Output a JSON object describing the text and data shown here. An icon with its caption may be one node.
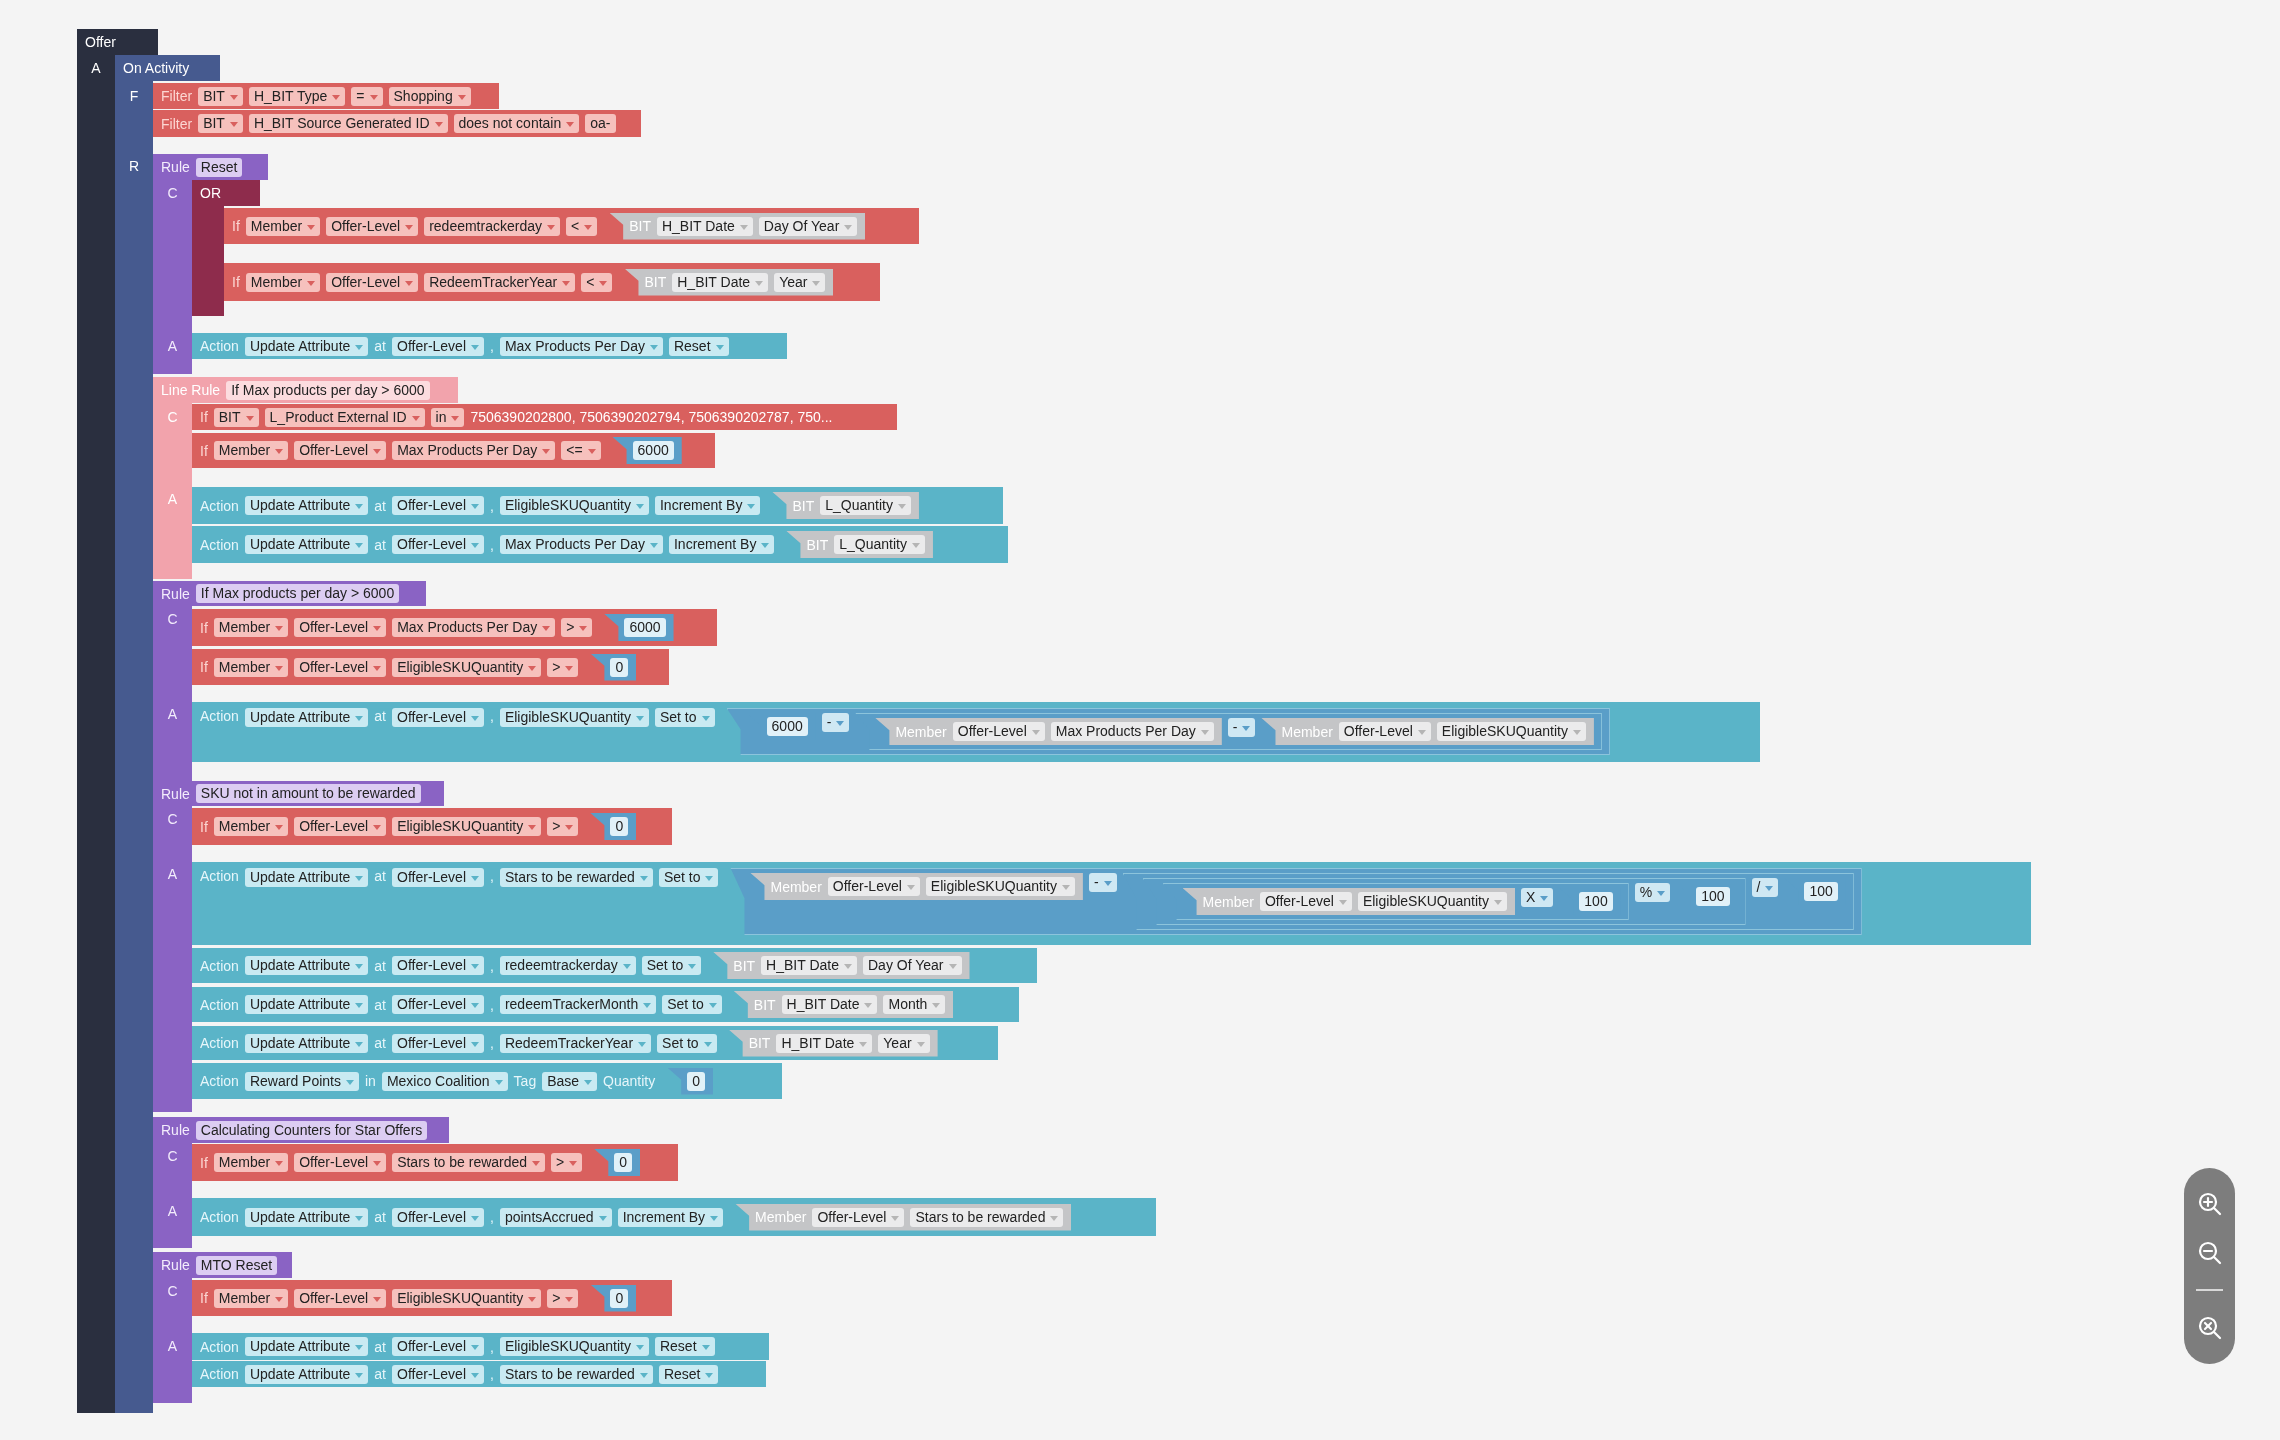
{
  "diagram": {
    "nodes": [
      {
        "text": [
          "Offer",
          "A"
        ]
      },
      {
        "text": [
          "On Activity",
          "F",
          "R"
        ]
      },
      {
        "text": [
          "Filter",
          "BIT",
          "H_BIT Type",
          "=",
          "Shopping"
        ]
      },
      {
        "text": [
          "Filter",
          "BIT",
          "H_BIT Source Generated ID",
          "does not contain",
          "oa-"
        ]
      },
      {
        "text": [
          "Rule",
          "Reset",
          "C",
          "A"
        ]
      },
      {
        "text": [
          "OR"
        ]
      },
      {
        "text": [
          "If",
          "Member",
          "Offer-Level",
          "redeemtrackerday",
          "<"
        ]
      },
      {
        "text": [
          "BIT",
          "H_BIT Date",
          "Day Of Year"
        ],
        "in": 6
      },
      {
        "text": [
          "If",
          "Member",
          "Offer-Level",
          "RedeemTrackerYear",
          "<"
        ]
      },
      {
        "text": [
          "BIT",
          "H_BIT Date",
          "Year"
        ],
        "in": 8
      },
      {
        "text": [
          "Action",
          "Update Attribute",
          "at",
          "Offer-Level",
          ",",
          "Max Products Per Day",
          "Reset"
        ]
      },
      {
        "text": [
          "Line Rule",
          "If Max products per day > 6000",
          "C",
          "A"
        ]
      },
      {
        "text": [
          "If",
          "BIT",
          "L_Product External ID",
          "in",
          "7506390202800, 7506390202794, 7506390202787, 750..."
        ]
      },
      {
        "text": [
          "If",
          "Member",
          "Offer-Level",
          "Max Products Per Day",
          "<="
        ]
      },
      {
        "text": [
          "6000"
        ],
        "in": 13
      },
      {
        "text": [
          "Action",
          "Update Attribute",
          "at",
          "Offer-Level",
          ",",
          "EligibleSKUQuantity",
          "Increment By"
        ]
      },
      {
        "text": [
          "BIT",
          "L_Quantity"
        ],
        "in": 15
      },
      {
        "text": [
          "Action",
          "Update Attribute",
          "at",
          "Offer-Level",
          ",",
          "Max Products Per Day",
          "Increment By"
        ]
      },
      {
        "text": [
          "BIT",
          "L_Quantity"
        ],
        "in": 17
      },
      {
        "text": [
          "Rule",
          "If Max products per day > 6000",
          "C",
          "A"
        ]
      },
      {
        "text": [
          "If",
          "Member",
          "Offer-Level",
          "Max Products Per Day",
          ">"
        ]
      },
      {
        "text": [
          "6000"
        ],
        "in": 20
      },
      {
        "text": [
          "If",
          "Member",
          "Offer-Level",
          "EligibleSKUQuantity",
          ">"
        ]
      },
      {
        "text": [
          "0"
        ],
        "in": 22
      },
      {
        "text": [
          "Action",
          "Update Attribute",
          "at",
          "Offer-Level",
          ",",
          "EligibleSKUQuantity",
          "Set to"
        ]
      },
      {
        "text": [
          "-"
        ],
        "in": 24
      },
      {
        "text": [
          "6000"
        ],
        "in": 25
      },
      {
        "text": [
          "-"
        ],
        "in": 25
      },
      {
        "text": [
          "Member",
          "Offer-Level",
          "Max Products Per Day"
        ],
        "in": 27
      },
      {
        "text": [
          "Member",
          "Offer-Level",
          "EligibleSKUQuantity"
        ],
        "in": 27
      },
      {
        "text": [
          "Rule",
          "SKU not in amount to be rewarded",
          "C",
          "A"
        ]
      },
      {
        "text": [
          "If",
          "Member",
          "Offer-Level",
          "EligibleSKUQuantity",
          ">"
        ]
      },
      {
        "text": [
          "0"
        ],
        "in": 31
      },
      {
        "text": [
          "Action",
          "Update Attribute",
          "at",
          "Offer-Level",
          ",",
          "Stars to be rewarded",
          "Set to"
        ]
      },
      {
        "text": [
          "-"
        ],
        "in": 33
      },
      {
        "text": [
          "Member",
          "Offer-Level",
          "EligibleSKUQuantity"
        ],
        "in": 34
      },
      {
        "text": [
          "/"
        ],
        "in": 34
      },
      {
        "text": [
          "%"
        ],
        "in": 36
      },
      {
        "text": [
          "X"
        ],
        "in": 37
      },
      {
        "text": [
          "Member",
          "Offer-Level",
          "EligibleSKUQuantity"
        ],
        "in": 38
      },
      {
        "text": [
          "100"
        ],
        "in": 38
      },
      {
        "text": [
          "100"
        ],
        "in": 37
      },
      {
        "text": [
          "100"
        ],
        "in": 36
      },
      {
        "text": [
          "Action",
          "Update Attribute",
          "at",
          "Offer-Level",
          ",",
          "redeemtrackerday",
          "Set to"
        ]
      },
      {
        "text": [
          "BIT",
          "H_BIT Date",
          "Day Of Year"
        ],
        "in": 43
      },
      {
        "text": [
          "Action",
          "Update Attribute",
          "at",
          "Offer-Level",
          ",",
          "redeemTrackerMonth",
          "Set to"
        ]
      },
      {
        "text": [
          "BIT",
          "H_BIT Date",
          "Month"
        ],
        "in": 45
      },
      {
        "text": [
          "Action",
          "Update Attribute",
          "at",
          "Offer-Level",
          ",",
          "RedeemTrackerYear",
          "Set to"
        ]
      },
      {
        "text": [
          "BIT",
          "H_BIT Date",
          "Year"
        ],
        "in": 47
      },
      {
        "text": [
          "Action",
          "Reward Points",
          "in",
          "Mexico Coalition",
          "Tag",
          "Base",
          "Quantity"
        ]
      },
      {
        "text": [
          "0"
        ],
        "in": 49
      },
      {
        "text": [
          "Rule",
          "Calculating Counters for Star Offers",
          "C",
          "A"
        ]
      },
      {
        "text": [
          "If",
          "Member",
          "Offer-Level",
          "Stars to be rewarded",
          ">"
        ]
      },
      {
        "text": [
          "0"
        ],
        "in": 52
      },
      {
        "text": [
          "Action",
          "Update Attribute",
          "at",
          "Offer-Level",
          ",",
          "pointsAccrued",
          "Increment By"
        ]
      },
      {
        "text": [
          "Member",
          "Offer-Level",
          "Stars to be rewarded"
        ],
        "in": 54
      },
      {
        "text": [
          "Rule",
          "MTO Reset",
          "C",
          "A"
        ]
      },
      {
        "text": [
          "If",
          "Member",
          "Offer-Level",
          "EligibleSKUQuantity",
          ">"
        ]
      },
      {
        "text": [
          "0"
        ],
        "in": 57
      },
      {
        "text": [
          "Action",
          "Update Attribute",
          "at",
          "Offer-Level",
          ",",
          "EligibleSKUQuantity",
          "Reset"
        ]
      },
      {
        "text": [
          "Action",
          "Update Attribute",
          "at",
          "Offer-Level",
          ",",
          "Stars to be rewarded",
          "Reset"
        ]
      }
    ]
  }
}
